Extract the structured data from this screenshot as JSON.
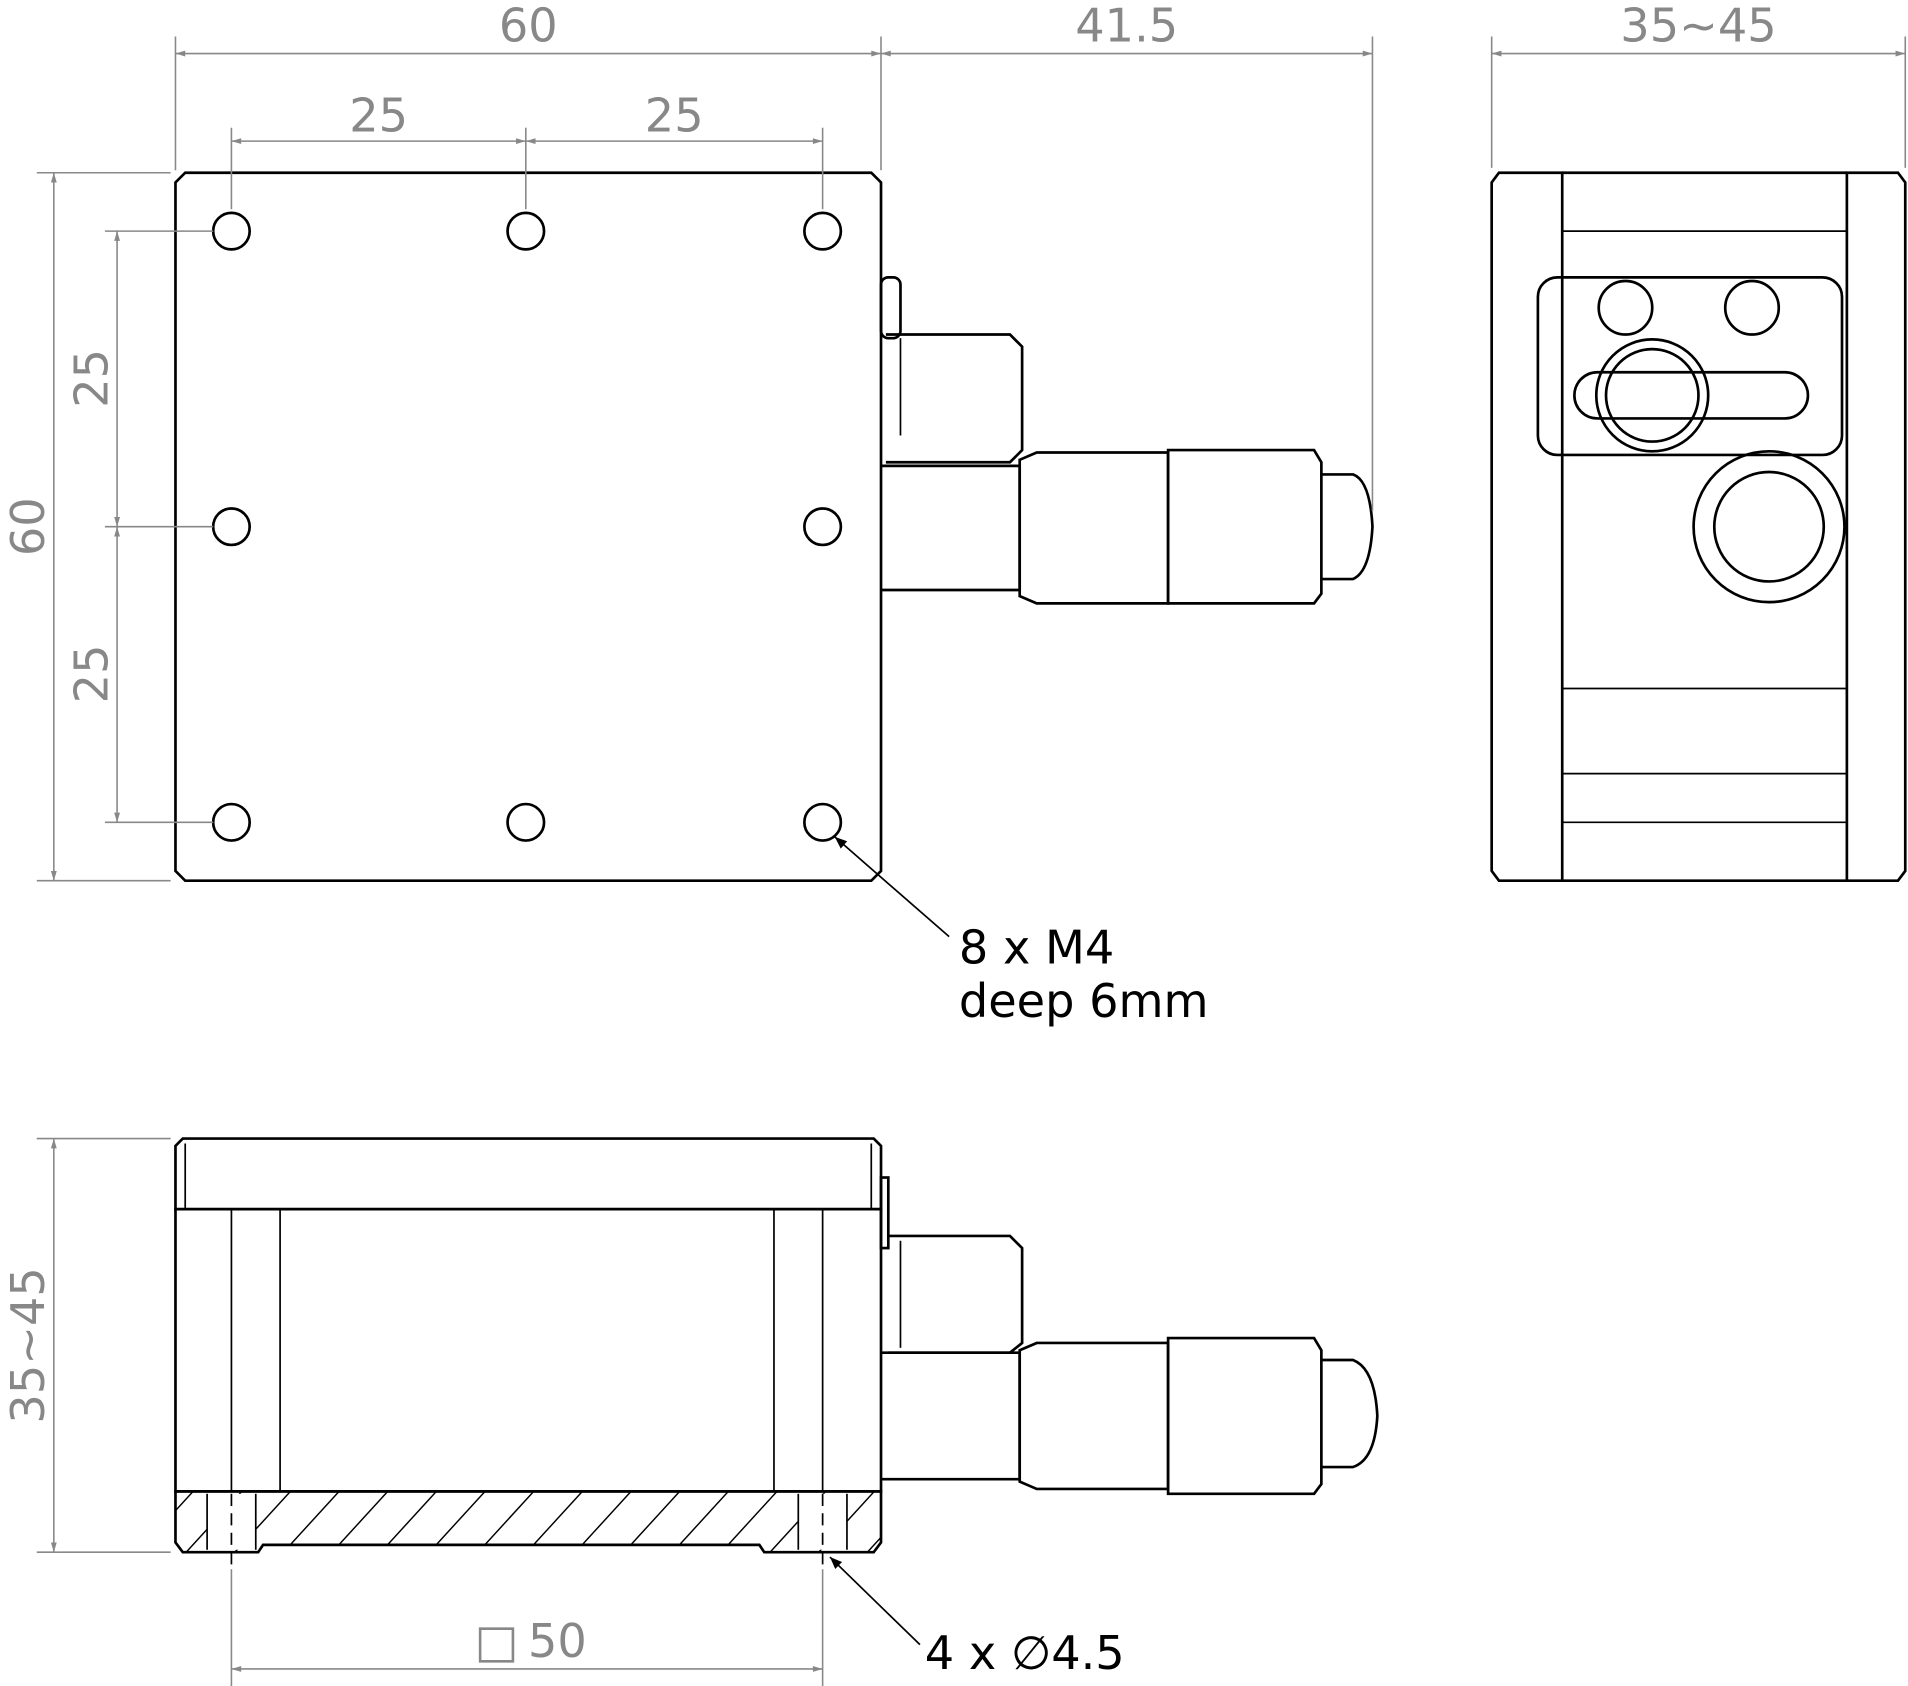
{
  "top_view": {
    "dim_width": "60",
    "dim_micrometer": "41.5",
    "dim_hole_spacing_x1": "25",
    "dim_hole_spacing_x2": "25",
    "dim_height": "60",
    "dim_hole_spacing_y1": "25",
    "dim_hole_spacing_y2": "25",
    "callout_line1": "8 x M4",
    "callout_line2": "deep 6mm"
  },
  "side_view": {
    "dim_width": "35~45"
  },
  "front_view": {
    "dim_height": "35~45",
    "dim_square_symbol": "□",
    "dim_square": "50",
    "callout": "4 x ∅4.5"
  }
}
